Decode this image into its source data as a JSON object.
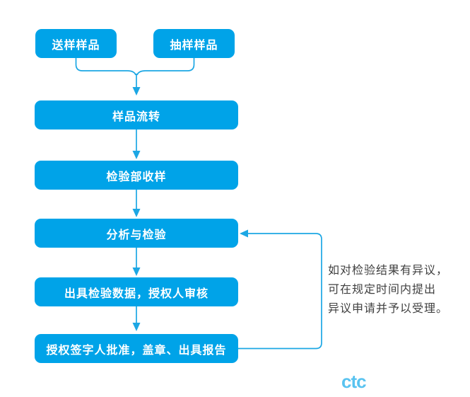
{
  "colors": {
    "box_fill": "#00A3E8",
    "line": "#1CA7E4",
    "box_text": "#FFFFFF",
    "annotation_text": "#404040",
    "logo": "#59C3F0"
  },
  "flowchart": {
    "top_boxes": [
      {
        "label": "送样样品"
      },
      {
        "label": "抽样样品"
      }
    ],
    "main_boxes": [
      {
        "label": "样品流转"
      },
      {
        "label": "检验部收样"
      },
      {
        "label": "分析与检验"
      },
      {
        "label": "出具检验数据，授权人审核"
      },
      {
        "label": "授权签字人批准，盖章、出具报告"
      }
    ],
    "annotation": "如对检验结果有异议，\n可在规定时间内提出\n异议申请并予以受理。",
    "logo_text": "ctc"
  }
}
